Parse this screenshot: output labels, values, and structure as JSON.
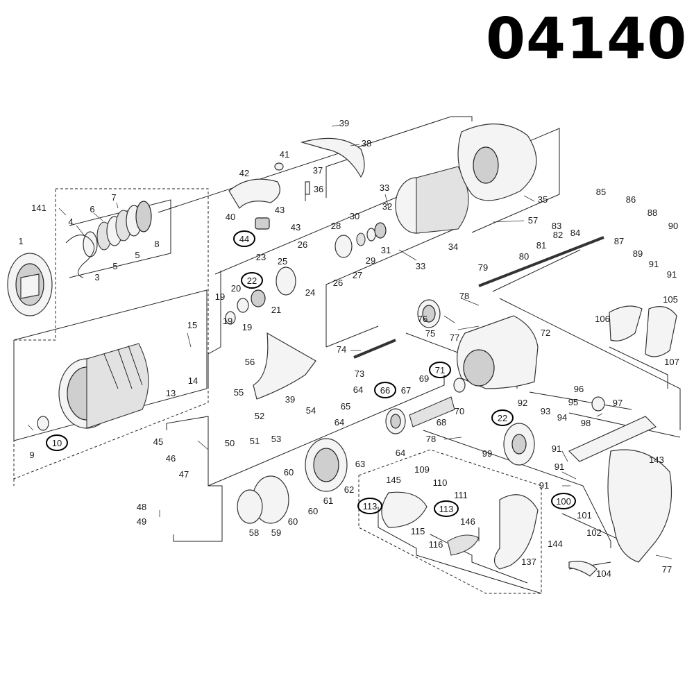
{
  "model_number": "04140",
  "callouts": [
    {
      "id": "c1",
      "text": "1"
    },
    {
      "id": "c3",
      "text": "3"
    },
    {
      "id": "c4",
      "text": "4"
    },
    {
      "id": "c5a",
      "text": "5"
    },
    {
      "id": "c5b",
      "text": "5"
    },
    {
      "id": "c6",
      "text": "6"
    },
    {
      "id": "c7",
      "text": "7"
    },
    {
      "id": "c8",
      "text": "8"
    },
    {
      "id": "c9",
      "text": "9"
    },
    {
      "id": "c10",
      "text": "10"
    },
    {
      "id": "c13",
      "text": "13"
    },
    {
      "id": "c14",
      "text": "14"
    },
    {
      "id": "c15",
      "text": "15"
    },
    {
      "id": "c19a",
      "text": "19"
    },
    {
      "id": "c19b",
      "text": "19"
    },
    {
      "id": "c19c",
      "text": "19"
    },
    {
      "id": "c20",
      "text": "20"
    },
    {
      "id": "c21",
      "text": "21"
    },
    {
      "id": "c22a",
      "text": "22"
    },
    {
      "id": "c22b",
      "text": "22"
    },
    {
      "id": "c23",
      "text": "23"
    },
    {
      "id": "c24",
      "text": "24"
    },
    {
      "id": "c25",
      "text": "25"
    },
    {
      "id": "c26a",
      "text": "26"
    },
    {
      "id": "c26b",
      "text": "26"
    },
    {
      "id": "c27",
      "text": "27"
    },
    {
      "id": "c28",
      "text": "28"
    },
    {
      "id": "c29",
      "text": "29"
    },
    {
      "id": "c30",
      "text": "30"
    },
    {
      "id": "c31",
      "text": "31"
    },
    {
      "id": "c32",
      "text": "32"
    },
    {
      "id": "c33a",
      "text": "33"
    },
    {
      "id": "c33b",
      "text": "33"
    },
    {
      "id": "c34",
      "text": "34"
    },
    {
      "id": "c35",
      "text": "35"
    },
    {
      "id": "c36",
      "text": "36"
    },
    {
      "id": "c37",
      "text": "37"
    },
    {
      "id": "c38",
      "text": "38"
    },
    {
      "id": "c39a",
      "text": "39"
    },
    {
      "id": "c39b",
      "text": "39"
    },
    {
      "id": "c40",
      "text": "40"
    },
    {
      "id": "c41",
      "text": "41"
    },
    {
      "id": "c42",
      "text": "42"
    },
    {
      "id": "c43a",
      "text": "43"
    },
    {
      "id": "c43b",
      "text": "43"
    },
    {
      "id": "c44",
      "text": "44"
    },
    {
      "id": "c45",
      "text": "45"
    },
    {
      "id": "c46",
      "text": "46"
    },
    {
      "id": "c47",
      "text": "47"
    },
    {
      "id": "c48",
      "text": "48"
    },
    {
      "id": "c49",
      "text": "49"
    },
    {
      "id": "c50",
      "text": "50"
    },
    {
      "id": "c51",
      "text": "51"
    },
    {
      "id": "c52",
      "text": "52"
    },
    {
      "id": "c53",
      "text": "53"
    },
    {
      "id": "c54",
      "text": "54"
    },
    {
      "id": "c55",
      "text": "55"
    },
    {
      "id": "c56",
      "text": "56"
    },
    {
      "id": "c57",
      "text": "57"
    },
    {
      "id": "c58",
      "text": "58"
    },
    {
      "id": "c59",
      "text": "59"
    },
    {
      "id": "c60a",
      "text": "60"
    },
    {
      "id": "c60b",
      "text": "60"
    },
    {
      "id": "c60c",
      "text": "60"
    },
    {
      "id": "c61",
      "text": "61"
    },
    {
      "id": "c62",
      "text": "62"
    },
    {
      "id": "c63",
      "text": "63"
    },
    {
      "id": "c64a",
      "text": "64"
    },
    {
      "id": "c64b",
      "text": "64"
    },
    {
      "id": "c64c",
      "text": "64"
    },
    {
      "id": "c65",
      "text": "65"
    },
    {
      "id": "c66",
      "text": "66"
    },
    {
      "id": "c67",
      "text": "67"
    },
    {
      "id": "c68",
      "text": "68"
    },
    {
      "id": "c69",
      "text": "69"
    },
    {
      "id": "c70",
      "text": "70"
    },
    {
      "id": "c71",
      "text": "71"
    },
    {
      "id": "c72",
      "text": "72"
    },
    {
      "id": "c73",
      "text": "73"
    },
    {
      "id": "c74",
      "text": "74"
    },
    {
      "id": "c75",
      "text": "75"
    },
    {
      "id": "c76",
      "text": "76"
    },
    {
      "id": "c77a",
      "text": "77"
    },
    {
      "id": "c77b",
      "text": "77"
    },
    {
      "id": "c78a",
      "text": "78"
    },
    {
      "id": "c78b",
      "text": "78"
    },
    {
      "id": "c79",
      "text": "79"
    },
    {
      "id": "c80",
      "text": "80"
    },
    {
      "id": "c81",
      "text": "81"
    },
    {
      "id": "c82",
      "text": "82"
    },
    {
      "id": "c83",
      "text": "83"
    },
    {
      "id": "c84",
      "text": "84"
    },
    {
      "id": "c85",
      "text": "85"
    },
    {
      "id": "c86",
      "text": "86"
    },
    {
      "id": "c87",
      "text": "87"
    },
    {
      "id": "c88",
      "text": "88"
    },
    {
      "id": "c89",
      "text": "89"
    },
    {
      "id": "c90",
      "text": "90"
    },
    {
      "id": "c91a",
      "text": "91"
    },
    {
      "id": "c91b",
      "text": "91"
    },
    {
      "id": "c91c",
      "text": "91"
    },
    {
      "id": "c91d",
      "text": "91"
    },
    {
      "id": "c91e",
      "text": "91"
    },
    {
      "id": "c92",
      "text": "92"
    },
    {
      "id": "c93",
      "text": "93"
    },
    {
      "id": "c94",
      "text": "94"
    },
    {
      "id": "c95",
      "text": "95"
    },
    {
      "id": "c96",
      "text": "96"
    },
    {
      "id": "c97",
      "text": "97"
    },
    {
      "id": "c98",
      "text": "98"
    },
    {
      "id": "c99",
      "text": "99"
    },
    {
      "id": "c100",
      "text": "100"
    },
    {
      "id": "c101",
      "text": "101"
    },
    {
      "id": "c102",
      "text": "102"
    },
    {
      "id": "c104",
      "text": "104"
    },
    {
      "id": "c105",
      "text": "105"
    },
    {
      "id": "c106",
      "text": "106"
    },
    {
      "id": "c107",
      "text": "107"
    },
    {
      "id": "c109",
      "text": "109"
    },
    {
      "id": "c110",
      "text": "110"
    },
    {
      "id": "c111",
      "text": "111"
    },
    {
      "id": "c113a",
      "text": "113"
    },
    {
      "id": "c113b",
      "text": "113"
    },
    {
      "id": "c115",
      "text": "115"
    },
    {
      "id": "c116",
      "text": "116"
    },
    {
      "id": "c137",
      "text": "137"
    },
    {
      "id": "c141",
      "text": "141"
    },
    {
      "id": "c143",
      "text": "143"
    },
    {
      "id": "c144",
      "text": "144"
    },
    {
      "id": "c145",
      "text": "145"
    },
    {
      "id": "c146",
      "text": "146"
    }
  ]
}
